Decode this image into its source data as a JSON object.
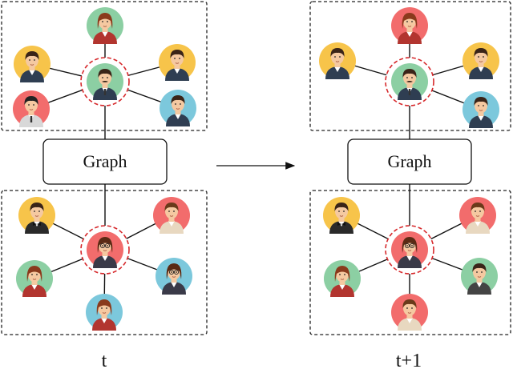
{
  "graph_box_label": "Graph",
  "time_labels": {
    "left": "t",
    "right": "t+1"
  },
  "colors": {
    "yellow": "#f7c44a",
    "green": "#8ccfa3",
    "red": "#f26c6c",
    "blue": "#7cc8dc",
    "highlight_ring": "#d6282b",
    "edge": "#111111"
  },
  "node_icons": [
    "woman-avatar-icon",
    "man-avatar-icon",
    "mustache-man-avatar-icon",
    "suit-man-avatar-icon",
    "bowtie-man-avatar-icon",
    "glasses-woman-avatar-icon",
    "vest-man-avatar-icon"
  ]
}
